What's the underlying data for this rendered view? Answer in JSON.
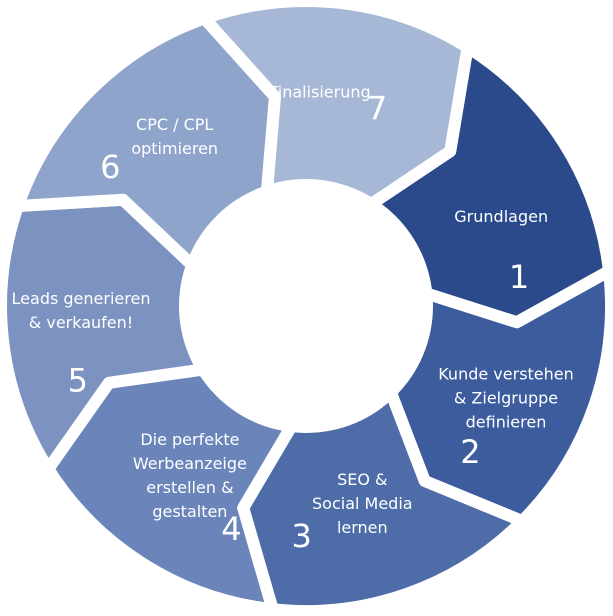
{
  "colors": {
    "background": "#ffffff",
    "text": "#ffffff",
    "center": "#ffffff"
  },
  "steps": [
    {
      "number": "1",
      "lines": [
        "Grundlagen"
      ],
      "color": "#2a4a8c"
    },
    {
      "number": "2",
      "lines": [
        "Kunde verstehen",
        "& Zielgruppe",
        "definieren"
      ],
      "color": "#3c5c9e"
    },
    {
      "number": "3",
      "lines": [
        "SEO &",
        "Social Media",
        "lernen"
      ],
      "color": "#4e6ca8"
    },
    {
      "number": "4",
      "lines": [
        "Die perfekte",
        "Werbeanzeige",
        "erstellen &",
        "gestalten"
      ],
      "color": "#6b85ba"
    },
    {
      "number": "5",
      "lines": [
        "Leads generieren",
        "& verkaufen!"
      ],
      "color": "#7c93c1"
    },
    {
      "number": "6",
      "lines": [
        "CPC / CPL",
        "optimieren"
      ],
      "color": "#8fa4cb"
    },
    {
      "number": "7",
      "lines": [
        "Finalisierung"
      ],
      "color": "#a7b8d6"
    }
  ]
}
